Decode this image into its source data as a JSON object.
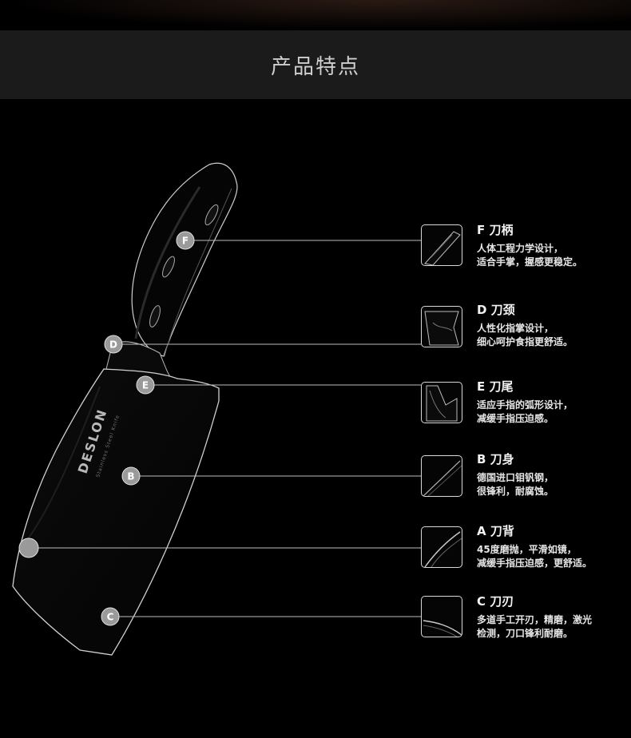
{
  "header": {
    "title": "产品特点"
  },
  "product": {
    "logo_text": "DESLON",
    "logo_subtext": "Stainless Steel Knife"
  },
  "markers": [
    {
      "letter": "F"
    },
    {
      "letter": "D"
    },
    {
      "letter": "E"
    },
    {
      "letter": "B"
    },
    {
      "letter": ""
    },
    {
      "letter": "C"
    }
  ],
  "features": [
    {
      "title": "F 刀柄",
      "desc": "人体工程力学设计，\n适合手掌，握感更稳定。",
      "icon": "handle-closeup-icon"
    },
    {
      "title": "D 刀颈",
      "desc": "人性化指掌设计，\n细心呵护食指更舒适。",
      "icon": "neck-closeup-icon"
    },
    {
      "title": "E 刀尾",
      "desc": "适应手指的弧形设计，\n减缓手指压迫感。",
      "icon": "heel-closeup-icon"
    },
    {
      "title": "B 刀身",
      "desc": "德国进口钼钒钢，\n很锋利，耐腐蚀。",
      "icon": "blade-body-closeup-icon"
    },
    {
      "title": "A 刀背",
      "desc": "45度磨抛，平滑如镜，\n减缓手指压迫感，更舒适。",
      "icon": "spine-closeup-icon"
    },
    {
      "title": "C 刀刃",
      "desc": "多道手工开刃，精磨，激光\n检测，刀口锋利耐磨。",
      "icon": "edge-closeup-icon"
    }
  ],
  "colors": {
    "background": "#000000",
    "header_band": "#1b1b1b",
    "line": "#bdbdbd",
    "marker": "#9a9a9a"
  }
}
